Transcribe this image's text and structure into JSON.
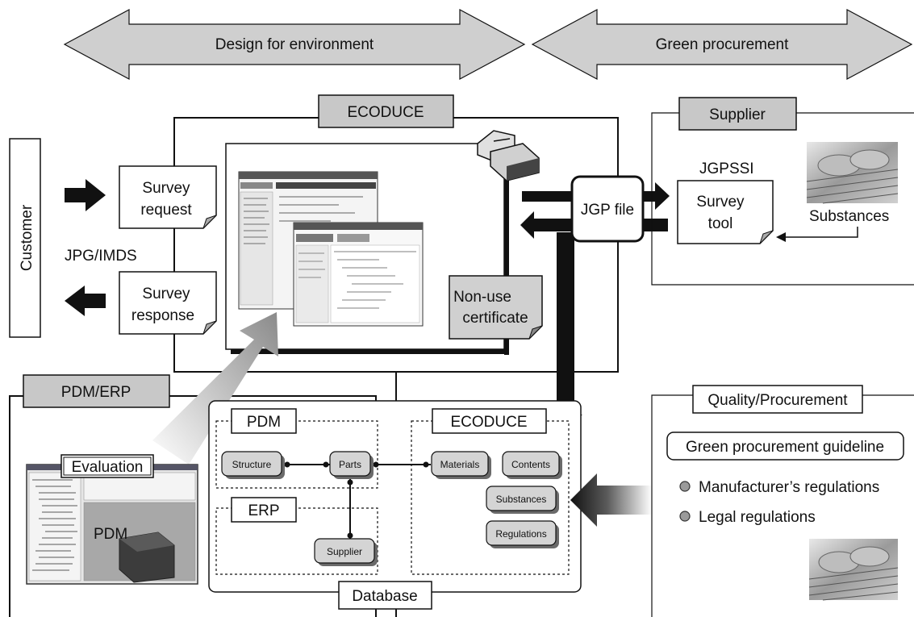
{
  "banners": {
    "left": "Design for environment",
    "right": "Green procurement"
  },
  "ecoduce_box": {
    "title": "ECODUCE",
    "non_use_certificate": [
      "Non-use",
      "certificate"
    ]
  },
  "customer": {
    "label": "Customer",
    "survey_request": [
      "Survey",
      "request"
    ],
    "format": "JPG/IMDS",
    "survey_response": [
      "Survey",
      "response"
    ]
  },
  "jgp_file": "JGP file",
  "supplier": {
    "title": "Supplier",
    "jgpssi": "JGPSSI",
    "survey_tool": [
      "Survey",
      "tool"
    ],
    "substances": "Substances"
  },
  "pdm_erp": {
    "title": "PDM/ERP",
    "evaluation": "Evaluation",
    "screenshot_label": "PDM"
  },
  "database": {
    "label": "Database",
    "pdm_group": "PDM",
    "erp_group": "ERP",
    "ecoduce_group": "ECODUCE",
    "nodes": {
      "structure": "Structure",
      "parts": "Parts",
      "supplier": "Supplier",
      "materials": "Materials",
      "contents": "Contents",
      "substances": "Substances",
      "regulations": "Regulations"
    }
  },
  "quality": {
    "title": "Quality/Procurement",
    "guideline": "Green procurement guideline",
    "bullets": [
      "Manufacturer’s regulations",
      "Legal regulations"
    ]
  },
  "colors": {
    "banner_fill": "#cfcfcf",
    "header_fill": "#c8c8c8",
    "node_fill": "#d4d4d4",
    "node_shadow": "#6a6a6a",
    "arrow": "#111111"
  }
}
